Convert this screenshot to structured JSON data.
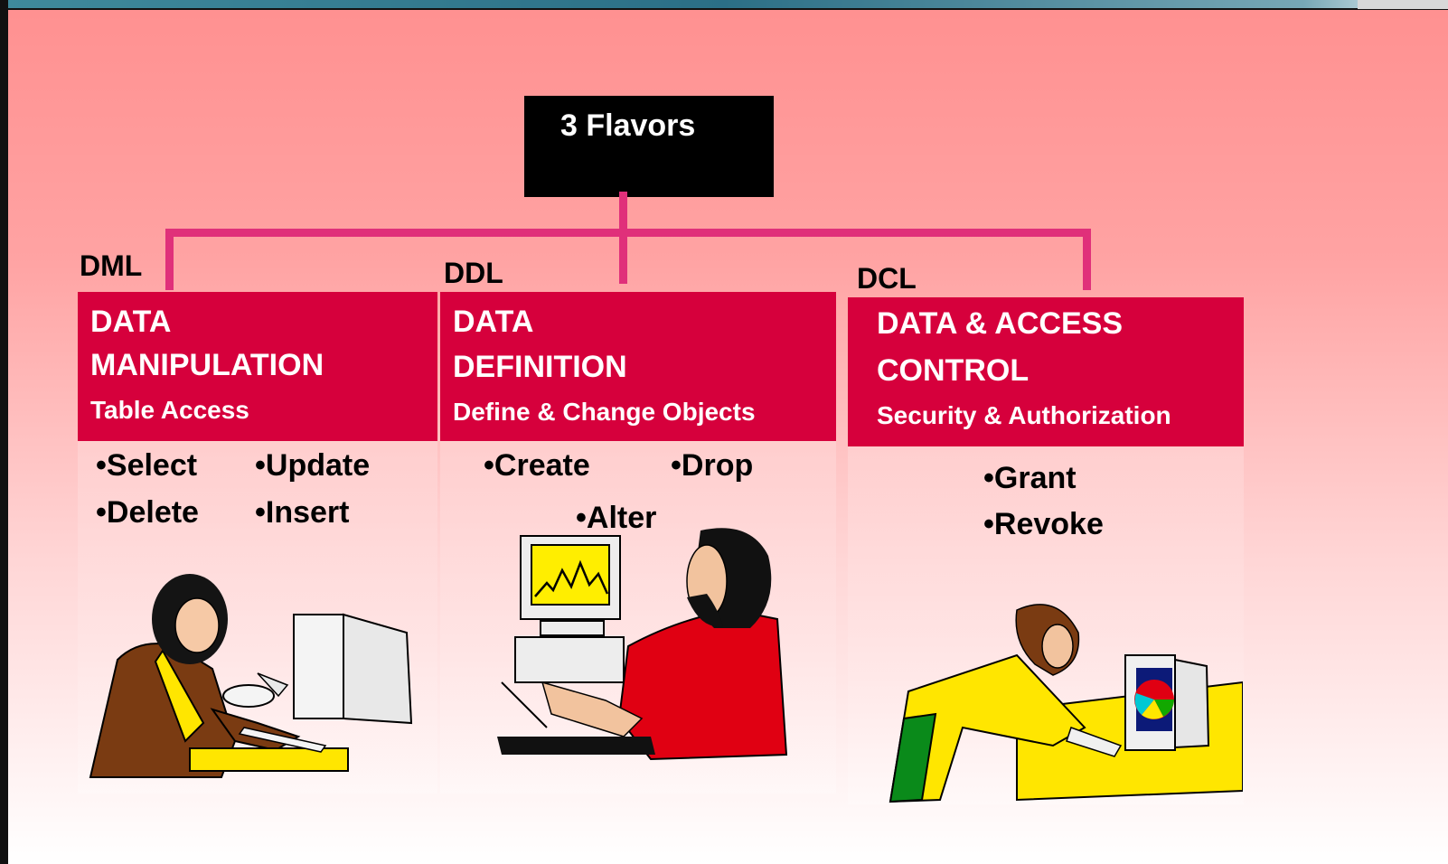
{
  "diagram": {
    "root": {
      "label": "3 Flavors"
    },
    "branches": [
      {
        "tag": "DML",
        "title_line1": "DATA",
        "title_line2": "MANIPULATION",
        "subtitle": "Table Access",
        "commands": [
          "•Select",
          "•Update",
          "•Delete",
          "•Insert"
        ],
        "illustration": "woman-at-computer-icon"
      },
      {
        "tag": "DDL",
        "title_line1": "DATA",
        "title_line2": "DEFINITION",
        "subtitle": "Define & Change Objects",
        "commands": [
          "•Create",
          "•Drop",
          "•Alter"
        ],
        "illustration": "man-at-computer-icon"
      },
      {
        "tag": "DCL",
        "title_line1": "DATA & ACCESS",
        "title_line2": "CONTROL",
        "subtitle": "Security & Authorization",
        "commands": [
          "•Grant",
          "•Revoke"
        ],
        "illustration": "woman-viewing-chart-icon"
      }
    ]
  },
  "colors": {
    "background_top": "#ff9090",
    "header_red": "#d6003c",
    "connector_pink": "#e0307a",
    "root_box": "#000000"
  }
}
